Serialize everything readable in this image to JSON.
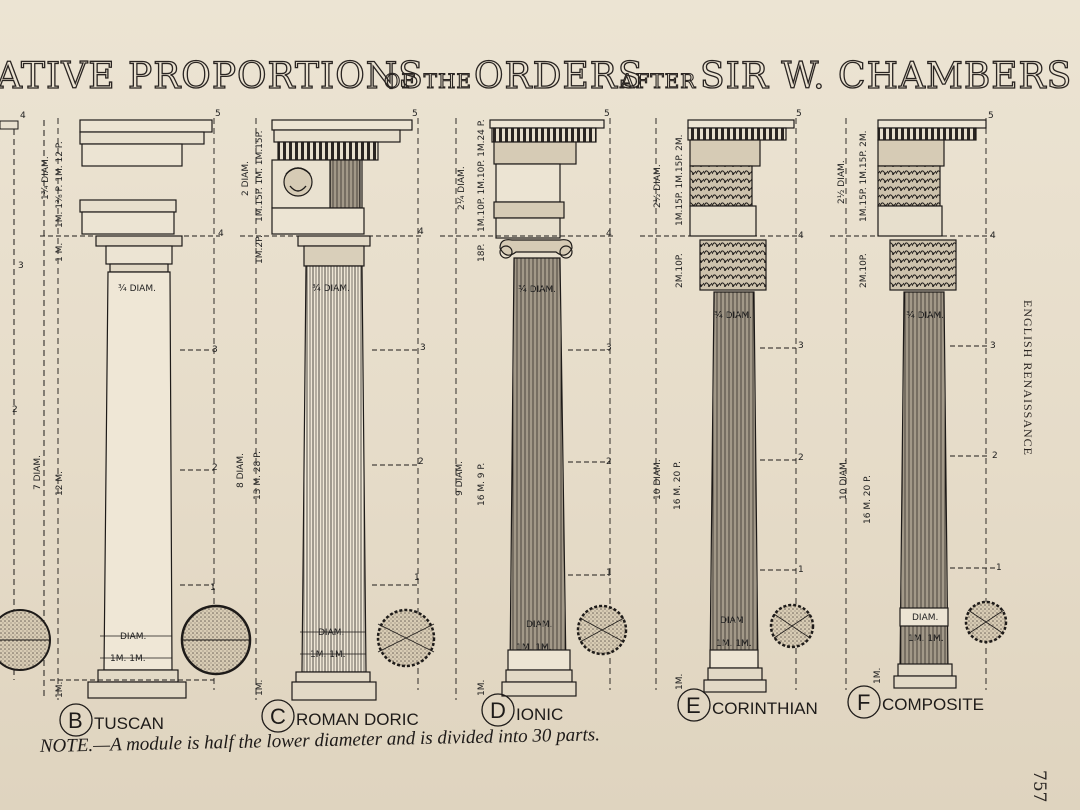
{
  "header": {
    "title_part1": "ATIVE PROPORTIONS",
    "title_of_the": "OF THE",
    "title_orders": "ORDERS",
    "title_after": "AFTER",
    "title_name": "SIR W. CHAMBERS"
  },
  "side_label": "ENGLISH RENAISSANCE",
  "page_number": "757",
  "note": "NOTE.—A module is half the lower diameter and is divided into 30 parts.",
  "orders": [
    {
      "letter": "B",
      "name": "TUSCAN",
      "height_diam": "7 DIAM.",
      "height_mod": "12 M.",
      "ent_diam": "1¾ DIAM.",
      "ent_parts": "1M. 1⅜ P. 1M. 12 P.",
      "cap_mod": "1 M.",
      "neck": "¾ DIAM.",
      "lower": "DIAM.",
      "modules": "1M. 1M.",
      "base": "1M."
    },
    {
      "letter": "C",
      "name": "ROMAN DORIC",
      "height_diam": "8 DIAM.",
      "height_mod": "13 M. 28 P.",
      "ent_diam": "2 DIAM.",
      "ent_parts": "1M.15P. 1M. 1M.15P.",
      "cap_mod": "1M.2P.",
      "neck": "¾ DIAM.",
      "lower": "DIAM.",
      "modules": "1M. 1M.",
      "base": "1M."
    },
    {
      "letter": "D",
      "name": "IONIC",
      "height_diam": "9 DIAM.",
      "height_mod": "16 M. 9 P.",
      "ent_diam": "2¼ DIAM.",
      "ent_parts": "1M.10P. 1M.10P. 1M.24 P.",
      "cap_mod": "18P.",
      "neck": "¾ DIAM.",
      "lower": "DIAM.",
      "modules": "1M. 1M.",
      "base": "1M."
    },
    {
      "letter": "E",
      "name": "CORINTHIAN",
      "height_diam": "10 DIAM.",
      "height_mod": "16 M. 20 P.",
      "ent_diam": "2½ DIAM.",
      "ent_parts": "1M.15P. 1M.15P. 2M.",
      "cap_mod": "2M.10P.",
      "neck": "¾ DIAM.",
      "lower": "DIAM.",
      "modules": "1M. 1M.",
      "base": "1M."
    },
    {
      "letter": "F",
      "name": "COMPOSITE",
      "height_diam": "10 DIAM.",
      "height_mod": "16 M. 20 P.",
      "ent_diam": "2½ DIAM.",
      "ent_parts": "1M.15P. 1M.15P. 2M.",
      "cap_mod": "2M.10P.",
      "neck": "¾ DIAM.",
      "lower": "DIAM.",
      "modules": "1M. 1M.",
      "base": "1M."
    }
  ],
  "scale_ticks": [
    "1",
    "2",
    "3",
    "4",
    "5"
  ],
  "colors": {
    "ink": "#1e1b19",
    "paper": "#e9e0cf"
  }
}
